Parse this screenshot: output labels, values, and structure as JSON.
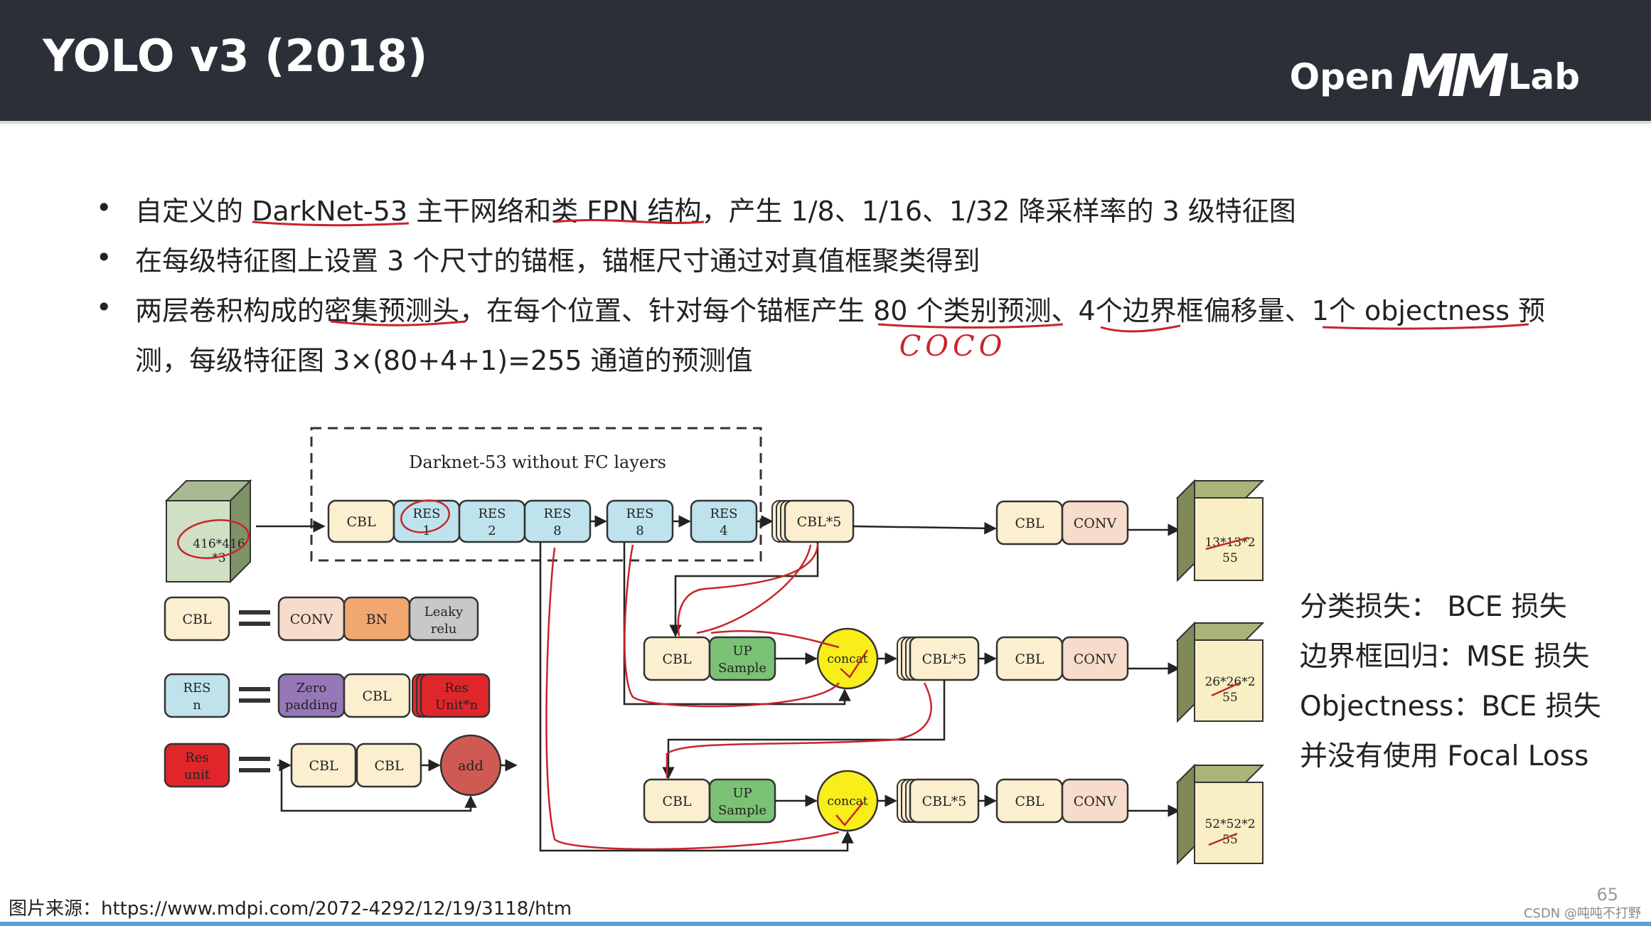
{
  "header": {
    "title": "YOLO v3 (2018)",
    "logo": {
      "left": "Open",
      "middle": "MM",
      "right": "Lab"
    }
  },
  "bullets": [
    "自定义的 DarkNet-53 主干网络和类 FPN 结构，产生 1/8、1/16、1/32 降采样率的 3 级特征图",
    "在每级特征图上设置 3 个尺寸的锚框，锚框尺寸通过对真值框聚类得到",
    "两层卷积构成的密集预测头，在每个位置、针对每个锚框产生 80 个类别预测、4个边界框偏移量、1个 objectness 预",
    "测，每级特征图 3×(80+4+1)=255 通道的预测值"
  ],
  "annotation": {
    "coco": "COCO"
  },
  "diagram": {
    "group_label": "Darknet-53 without FC layers",
    "input_label": [
      "416*416",
      "*3"
    ],
    "backbone": {
      "cbl": "CBL",
      "res1": [
        "RES",
        "1"
      ],
      "res2": [
        "RES",
        "2"
      ],
      "res8a": [
        "RES",
        "8"
      ],
      "res8b": [
        "RES",
        "8"
      ],
      "res4": [
        "RES",
        "4"
      ],
      "cbl5": "CBL*5"
    },
    "head1": {
      "cbl": "CBL",
      "conv": "CONV",
      "output": [
        "13*13*2",
        "55"
      ]
    },
    "branch2": {
      "cbl": "CBL",
      "up": [
        "UP",
        "Sample"
      ],
      "concat": "concat",
      "cbl5": "CBL*5",
      "cbl2": "CBL",
      "conv": "CONV",
      "output": [
        "26*26*2",
        "55"
      ]
    },
    "branch3": {
      "cbl": "CBL",
      "up": [
        "UP",
        "Sample"
      ],
      "concat": "concat",
      "cbl5": "CBL*5",
      "cbl2": "CBL",
      "conv": "CONV",
      "output": [
        "52*52*2",
        "55"
      ]
    },
    "legend": {
      "cbl": {
        "name": "CBL",
        "parts": [
          "CONV",
          "BN",
          "Leaky",
          "relu"
        ]
      },
      "res": {
        "name": [
          "RES",
          "n"
        ],
        "parts": [
          "Zero",
          "padding",
          "CBL",
          "Res",
          "Unit*n"
        ]
      },
      "unit": {
        "name": [
          "Res",
          "unit"
        ],
        "parts": [
          "CBL",
          "CBL",
          "add"
        ]
      }
    },
    "colors": {
      "cbl": "#fbefd0",
      "conv": "#f8dccb",
      "bn": "#f0a870",
      "leaky": "#c8c8c8",
      "res": "#bfe3ec",
      "zero": "#9678b8",
      "resunit": "#e0262a",
      "up": "#7cc274",
      "concat": "#f8ee1a",
      "add": "#cf5a52",
      "cube_in": "#cfe0c4",
      "cube_out": "#f8f0c4",
      "cube_side": "#8a9a6a"
    }
  },
  "losses": [
    "分类损失：  BCE 损失",
    "边界框回归：MSE 损失",
    "Objectness：BCE 损失",
    "并没有使用 Focal Loss"
  ],
  "footer": {
    "source": "图片来源：https://www.mdpi.com/2072-4292/12/19/3118/htm",
    "page": "65",
    "credit": "CSDN @吨吨不打野"
  }
}
